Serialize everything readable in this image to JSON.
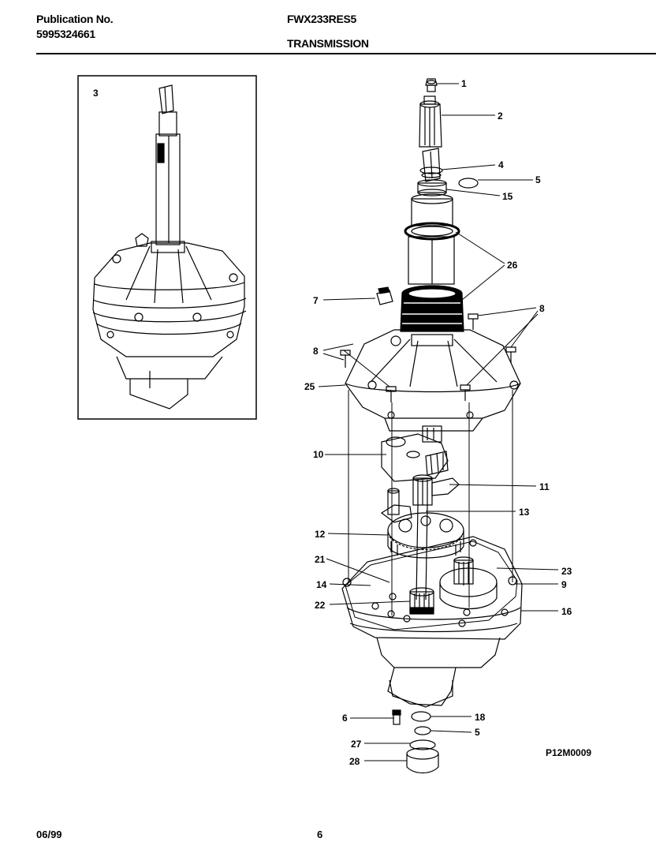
{
  "header": {
    "publication_label": "Publication No.",
    "publication_number": "5995324661",
    "model": "FWX233RES5",
    "section_title": "TRANSMISSION"
  },
  "inset": {
    "label": "3"
  },
  "callouts": {
    "c1": "1",
    "c2": "2",
    "c4": "4",
    "c5a": "5",
    "c15": "15",
    "c26": "26",
    "c7": "7",
    "c8a": "8",
    "c8b": "8",
    "c25": "25",
    "c10": "10",
    "c11": "11",
    "c13": "13",
    "c12": "12",
    "c21": "21",
    "c23": "23",
    "c14": "14",
    "c9": "9",
    "c22": "22",
    "c16": "16",
    "c6": "6",
    "c18": "18",
    "c5b": "5",
    "c27": "27",
    "c28": "28"
  },
  "diagram_code": "P12M0009",
  "footer": {
    "date": "06/99",
    "page": "6"
  }
}
